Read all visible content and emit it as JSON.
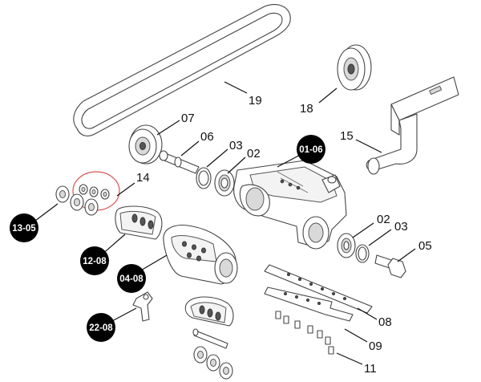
{
  "labels": {
    "p19": "19",
    "p18": "18",
    "p15": "15",
    "p07": "07",
    "p06": "06",
    "p03a": "03",
    "p02a": "02",
    "p14": "14",
    "p02b": "02",
    "p03b": "03",
    "p05": "05",
    "p08": "08",
    "p09": "09",
    "p11": "11"
  },
  "badges": {
    "b0106": "01-06",
    "b1305": "13-05",
    "b1208": "12-08",
    "b0408": "04-08",
    "b2208": "22-08"
  },
  "colors": {
    "badge_fill": "#000000",
    "badge_text": "#ffffff",
    "highlight_circle": "#d9534f",
    "line_art": "#444444"
  }
}
